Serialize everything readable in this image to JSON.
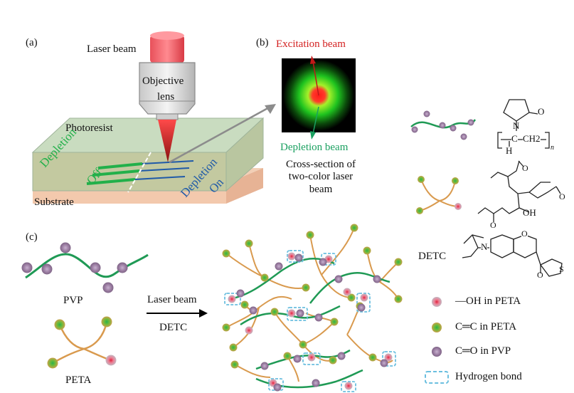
{
  "panel_a": {
    "tag": "(a)",
    "laser_beam": "Laser beam",
    "objective": "Objective",
    "lens": "lens",
    "photoresist": "Photoresist",
    "substrate": "Substrate",
    "depletion_off_1": "Depletion",
    "depletion_off_2": "Off",
    "depletion_on_1": "Depletion",
    "depletion_on_2": "On"
  },
  "panel_b": {
    "tag": "(b)",
    "excitation": "Excitation beam",
    "depletion": "Depletion beam",
    "caption": "Cross-section of two-color laser beam"
  },
  "panel_c": {
    "tag": "(c)",
    "pvp": "PVP",
    "peta": "PETA",
    "arrow_top": "Laser beam",
    "arrow_bottom": "DETC"
  },
  "chemistry": {
    "detc": "DETC",
    "struct_n": "N",
    "struct_o": "O",
    "struct_h": "H",
    "struct_c": "C",
    "struct_ch2": "CH2",
    "struct_sub_n": "n",
    "struct_oh": "OH",
    "struct_s": "S"
  },
  "legend": {
    "oh": "—OH in PETA",
    "cc": "C═C in PETA",
    "co": "C═O in PVP",
    "hb": "Hydrogen bond"
  },
  "colors": {
    "green_chain": "#1f9a55",
    "orange_chain": "#d99a4e",
    "pink": "#e2405c",
    "lime": "#8fc83a",
    "purple": "#9c7ea3",
    "depletion_green": "#22b04a",
    "depletion_blue": "#1f5aa8",
    "hbond": "#6bbfdf"
  }
}
